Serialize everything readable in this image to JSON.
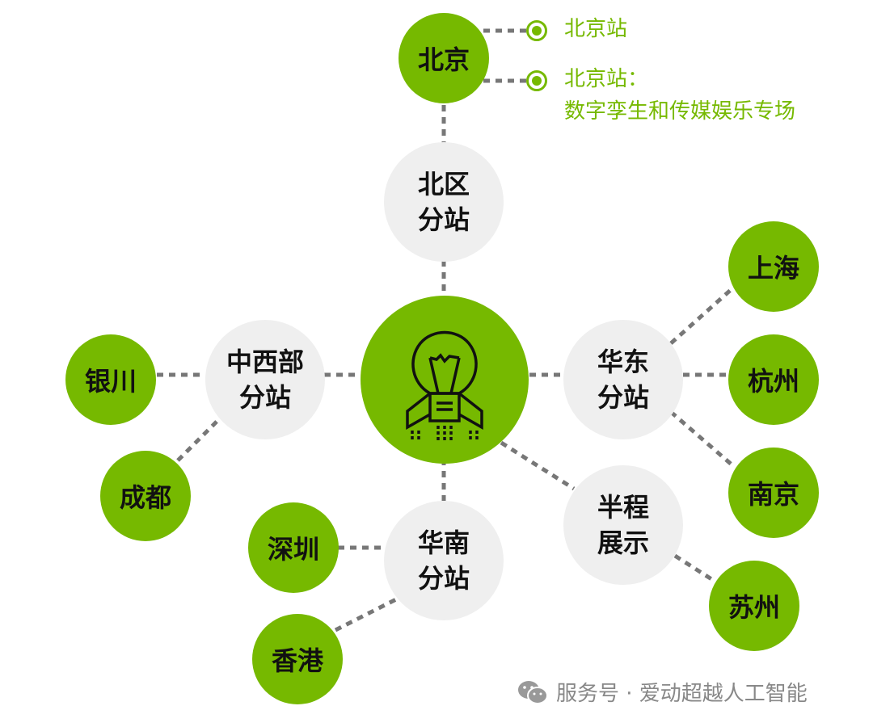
{
  "colors": {
    "accent": "#76b900",
    "hub": "#efefef",
    "line": "#777777"
  },
  "center": {
    "icon": "lightbulb-rocket-icon"
  },
  "hubs": {
    "north": "北区\n分站",
    "midwest": "中西部\n分站",
    "south": "华南\n分站",
    "east": "华东\n分站",
    "half": "半程\n展示"
  },
  "cities": {
    "beijing": "北京",
    "yinchuan": "银川",
    "chengdu": "成都",
    "shenzhen": "深圳",
    "hongkong": "香港",
    "shanghai": "上海",
    "hangzhou": "杭州",
    "nanjing": "南京",
    "suzhou": "苏州"
  },
  "beijing_sessions": [
    "北京站",
    "北京站：\n数字孪生和传媒娱乐专场"
  ],
  "watermark": {
    "icon": "wechat-icon",
    "text": "服务号 · 爱动超越人工智能"
  }
}
